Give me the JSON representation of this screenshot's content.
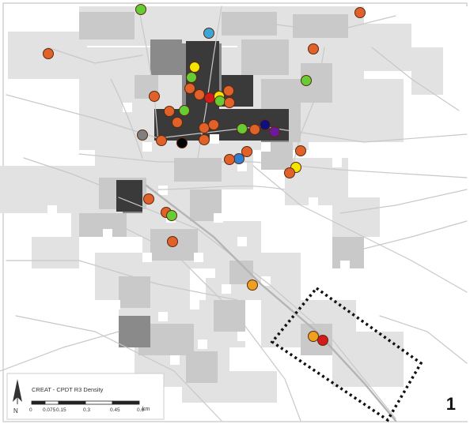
{
  "map": {
    "legend_title": "CREAT - CPDT R3 Density",
    "scale_ticks": [
      "0",
      "0.075",
      "0.15",
      "0.3",
      "0.45",
      "0.6"
    ],
    "scale_unit": "km",
    "north_label": "N",
    "panel_number": "1",
    "colors": {
      "background": "#ffffff",
      "road": "#c8c8c8",
      "density_light": "#e2e2e2",
      "density_mid": "#c9c9c9",
      "density_dark": "#8a8a8a",
      "density_darkest": "#3a3a3a",
      "marker_orange": "#e0612a",
      "marker_green": "#66cc33",
      "marker_yellow": "#f5e400",
      "marker_red": "#d41a1a",
      "marker_blue": "#2f7fd6",
      "marker_cyan": "#3ea5d8",
      "marker_navy": "#10107a",
      "marker_purple": "#6a1a9a",
      "marker_black": "#050505",
      "marker_gray": "#808080",
      "marker_amber": "#f0a020"
    }
  }
}
